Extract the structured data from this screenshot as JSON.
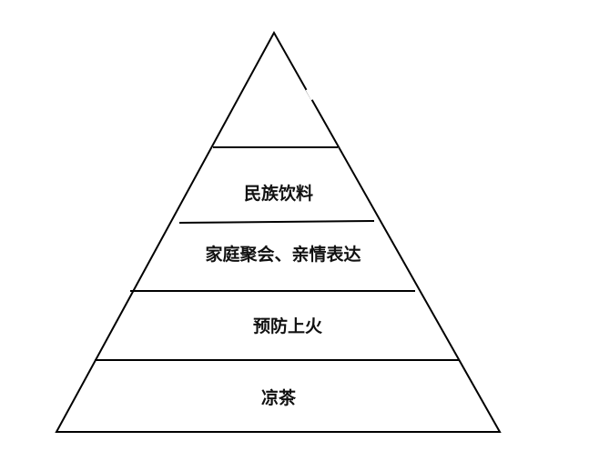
{
  "pyramid": {
    "layers": [
      {
        "label": ""
      },
      {
        "label": "民族饮料"
      },
      {
        "label": "家庭聚会、亲情表达"
      },
      {
        "label": "预防上火"
      },
      {
        "label": "凉茶"
      }
    ]
  },
  "colors": {
    "line": "#000000",
    "text": "#111111",
    "background": "#ffffff"
  }
}
